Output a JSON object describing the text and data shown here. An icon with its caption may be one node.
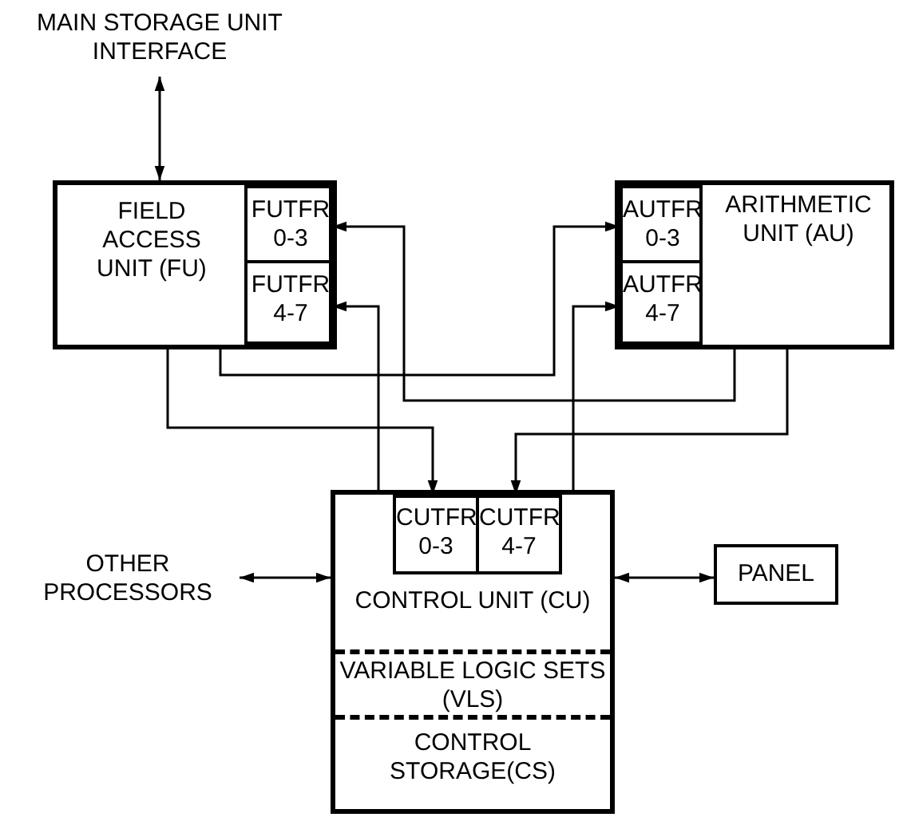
{
  "diagram": {
    "nodes": [
      {
        "text": [
          "MAIN STORAGE UNIT INTERFACE"
        ]
      },
      {
        "text": [
          "FIELD ACCESS UNIT (FU)"
        ]
      },
      {
        "text": [
          "FUTFR 0-3"
        ],
        "in": 1
      },
      {
        "text": [
          "FUTFR 4-7"
        ],
        "in": 1
      },
      {
        "text": [
          "ARITHMETIC UNIT (AU)"
        ]
      },
      {
        "text": [
          "AUTFR 0-3"
        ],
        "in": 4
      },
      {
        "text": [
          "AUTFR 4-7"
        ],
        "in": 4
      },
      {
        "text": [
          "OTHER PROCESSORS"
        ]
      },
      {
        "text": [
          "CONTROL UNIT (CU)"
        ]
      },
      {
        "text": [
          "CUTFR 0-3"
        ],
        "in": 8
      },
      {
        "text": [
          "CUTFR 4-7"
        ],
        "in": 8
      },
      {
        "text": [
          "VARIABLE LOGIC SETS (VLS)"
        ],
        "in": 8
      },
      {
        "text": [
          "CONTROL STORAGE(CS)"
        ],
        "in": 8
      },
      {
        "text": [
          "PANEL"
        ]
      }
    ],
    "edges": [
      {
        "from": 0,
        "to": 1,
        "arrow": "both"
      },
      {
        "from": 1,
        "to": 9,
        "arrow": "to"
      },
      {
        "from": 1,
        "to": 5,
        "arrow": "to"
      },
      {
        "from": 4,
        "to": 2,
        "arrow": "to"
      },
      {
        "from": 4,
        "to": 10,
        "arrow": "to"
      },
      {
        "from": 8,
        "to": 3,
        "arrow": "to"
      },
      {
        "from": 8,
        "to": 6,
        "arrow": "to"
      },
      {
        "from": 7,
        "to": 8,
        "arrow": "both"
      },
      {
        "from": 8,
        "to": 13,
        "arrow": "both"
      }
    ]
  }
}
